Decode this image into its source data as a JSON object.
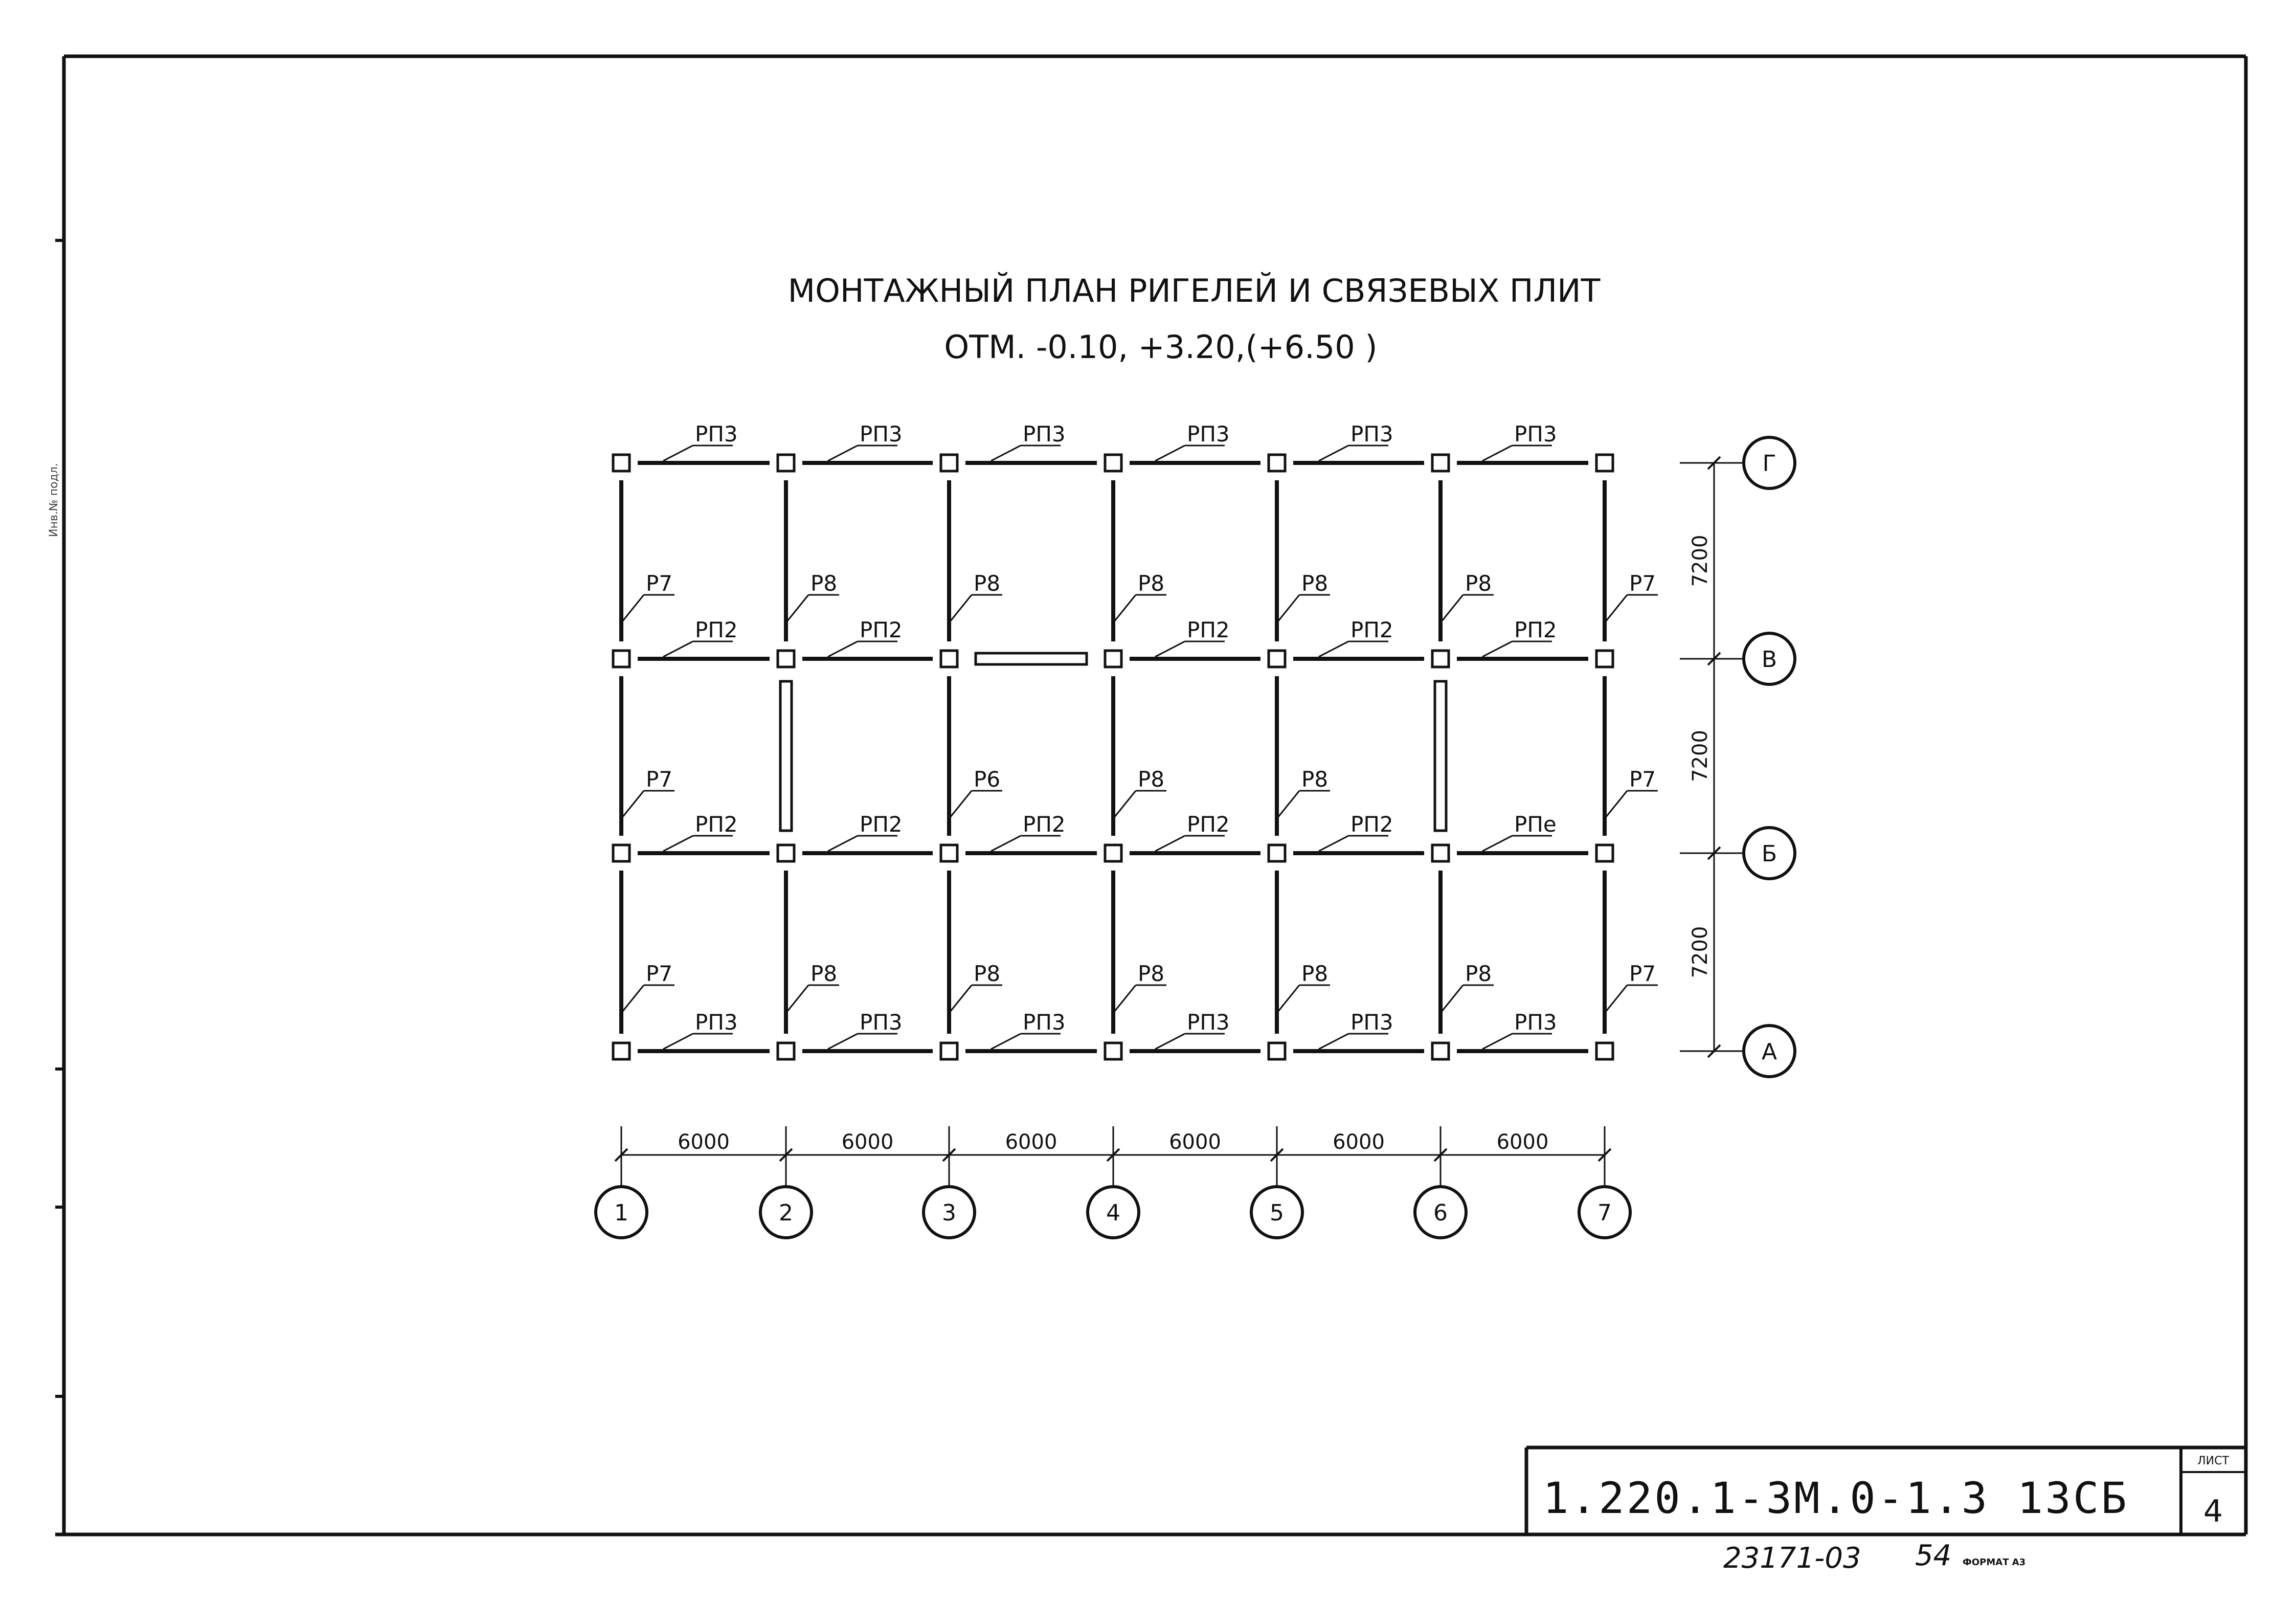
{
  "title": {
    "line1": "МОНТАЖНЫЙ ПЛАН РИГЕЛЕЙ И СВЯЗЕВЫХ ПЛИТ",
    "line2": "ОТМ. -0.10,   +3.20,(+6.50 )"
  },
  "column_axes": [
    "1",
    "2",
    "3",
    "4",
    "5",
    "6",
    "7"
  ],
  "row_axes": [
    "А",
    "Б",
    "В",
    "Г"
  ],
  "spans": [
    "6000",
    "6000",
    "6000",
    "6000",
    "6000",
    "6000"
  ],
  "bays": [
    "7200",
    "7200",
    "7200"
  ],
  "horizontal_members": {
    "row_G": [
      "РП3",
      "РП3",
      "РП3",
      "РП3",
      "РП3",
      "РП3"
    ],
    "row_V": [
      "РП2",
      "РП2",
      "",
      "РП2",
      "РП2",
      "РП2"
    ],
    "row_B": [
      "РП2",
      "РП2",
      "РП2",
      "РП2",
      "РП2",
      "РПе"
    ],
    "row_A": [
      "РП3",
      "РП3",
      "РП3",
      "РП3",
      "РП3",
      "РП3"
    ]
  },
  "vertical_members": {
    "bay_VG": [
      "Р7",
      "Р8",
      "Р8",
      "Р8",
      "Р8",
      "Р8",
      "Р7"
    ],
    "bay_BV": [
      "Р7",
      "",
      "Р6",
      "Р8",
      "Р8",
      "",
      "Р7"
    ],
    "bay_AB": [
      "Р7",
      "Р8",
      "Р8",
      "Р8",
      "Р8",
      "Р8",
      "Р7"
    ]
  },
  "stamp": {
    "code": "1.220.1-3М.0-1.3 13СБ",
    "sheet_label": "ЛИСТ",
    "sheet_number": "4"
  },
  "footer": {
    "number": "23171-03",
    "page": "54",
    "format": "ФОРМАТ А3"
  },
  "side_note": "Инв.№ подл."
}
